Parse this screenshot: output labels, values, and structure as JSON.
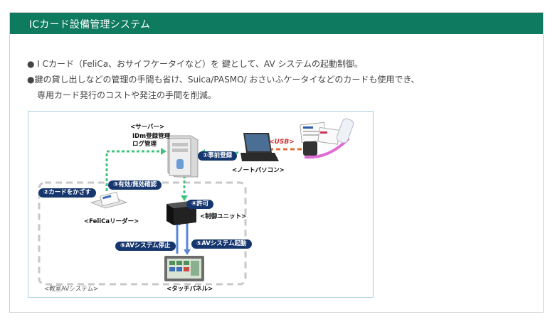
{
  "header": {
    "title": "ICカード設備管理システム"
  },
  "bullets": [
    "● I Cカード（FeliCa、おサイフケータイなど）を 鍵として、AV システムの起動制御。",
    "●鍵の貸し出しなどの管理の手間も省け、Suica/PASMO/ おさいふケータイなどのカードも使用でき、",
    "専用カード発行のコストや発注の手間を削減。"
  ],
  "diagram": {
    "server_label": "<サーバー>",
    "server_sub1": "IDm登録管理",
    "server_sub2": "ログ管理",
    "notebook_label": "<ノートパソコン>",
    "usb_label": "<USB>",
    "reader_label": "<FeliCaリーダー>",
    "controller_label": "<制御ユニット>",
    "panel_label": "<タッチパネル>",
    "system_label": "<教室AVシステム>",
    "step1": "①事前登録",
    "step2": "②カードをかざす",
    "step3": "③有効/無効確認",
    "step4": "④許可",
    "step5": "⑤AVシステム起動",
    "step6": "⑥AVシステム停止"
  },
  "colors": {
    "header_bg": "#0e7a5f",
    "pill_bg": "#16366e",
    "green_arrow": "#3cc47c",
    "blue_arrow": "#5b86d6",
    "usb_red": "#d12a2a"
  }
}
